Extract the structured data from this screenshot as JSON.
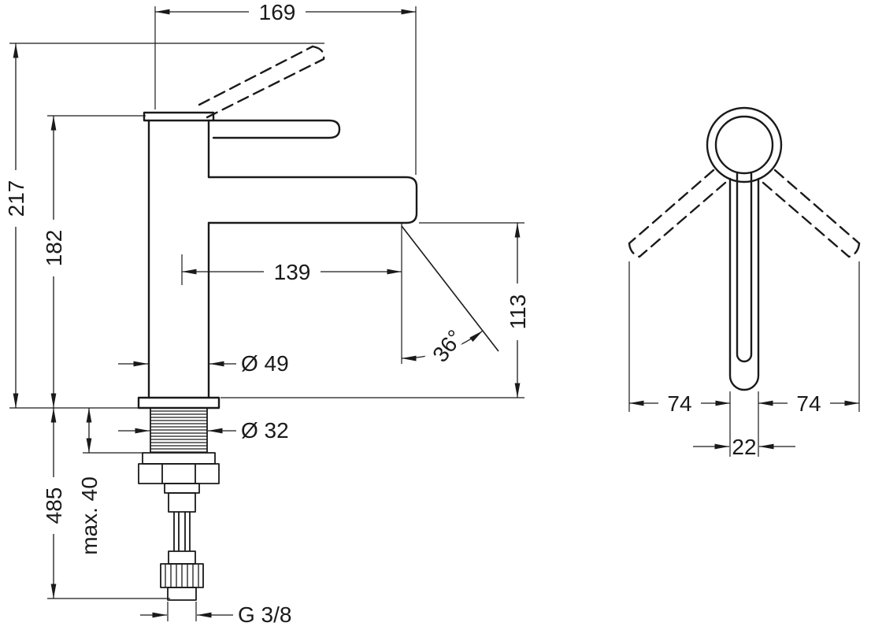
{
  "colors": {
    "line": "#1a1a1a",
    "background": "#ffffff"
  },
  "dims": {
    "d169": "169",
    "d217": "217",
    "d182": "182",
    "d139": "139",
    "d113": "113",
    "angle36": "36°",
    "dia49": "Ø 49",
    "dia32": "Ø 32",
    "d485": "485",
    "max40": "max. 40",
    "thread": "G 3/8",
    "d74_left": "74",
    "d74_right": "74",
    "d22": "22"
  }
}
